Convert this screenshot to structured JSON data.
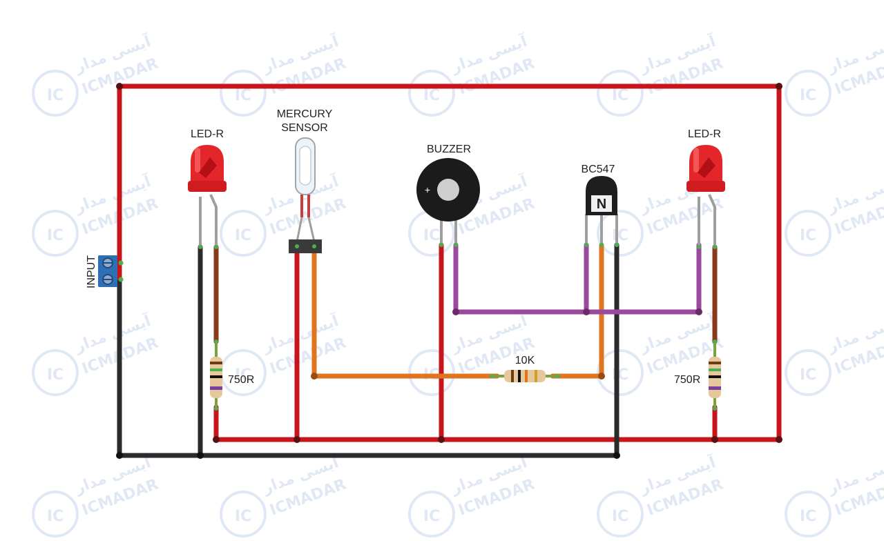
{
  "colors": {
    "wire_power": "#c8141b",
    "wire_ground": "#2b2b2b",
    "wire_signal_orange": "#e0741f",
    "wire_signal_purple": "#9a4a9c",
    "led_red": "#e3262a",
    "terminal_blue": "#2f6fb3",
    "watermark": "#c9d6ee"
  },
  "watermark": {
    "badge": "IC",
    "text": "ICMADAR",
    "text_fa": "آیسی مدار"
  },
  "labels": {
    "input": "INPUT",
    "led_left": "LED-R",
    "led_right": "LED-R",
    "mercury_line1": "MERCURY",
    "mercury_line2": "SENSOR",
    "buzzer": "BUZZER",
    "transistor": "BC547",
    "resistor_left": "750R",
    "resistor_right": "750R",
    "resistor_base": "10K"
  },
  "components": {
    "buzzer_polarity": "+",
    "transistor_symbol": "N"
  }
}
